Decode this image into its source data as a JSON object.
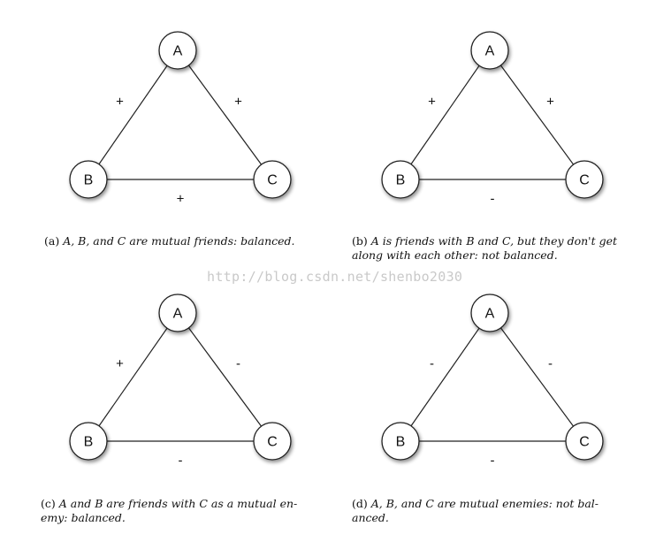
{
  "diagrams": [
    {
      "nodes": [
        "A",
        "B",
        "C"
      ],
      "signs": {
        "AB": "+",
        "AC": "+",
        "BC": "+"
      },
      "caption_tag": "(a)",
      "caption_line1": "A, B, and C are mutual friends: balanced.",
      "caption_line2": ""
    },
    {
      "nodes": [
        "A",
        "B",
        "C"
      ],
      "signs": {
        "AB": "+",
        "AC": "+",
        "BC": "-"
      },
      "caption_tag": "(b)",
      "caption_line1": "A is friends with B and C, but they don't get",
      "caption_line2": "along with each other: not balanced."
    },
    {
      "nodes": [
        "A",
        "B",
        "C"
      ],
      "signs": {
        "AB": "+",
        "AC": "-",
        "BC": "-"
      },
      "caption_tag": "(c)",
      "caption_line1": "A and B are friends with C as a mutual en-",
      "caption_line2": "emy: balanced."
    },
    {
      "nodes": [
        "A",
        "B",
        "C"
      ],
      "signs": {
        "AB": "-",
        "AC": "-",
        "BC": "-"
      },
      "caption_tag": "(d)",
      "caption_line1": "A, B, and C are mutual enemies: not bal-",
      "caption_line2": "anced."
    }
  ],
  "watermark": "http://blog.csdn.net/shenbo2030"
}
